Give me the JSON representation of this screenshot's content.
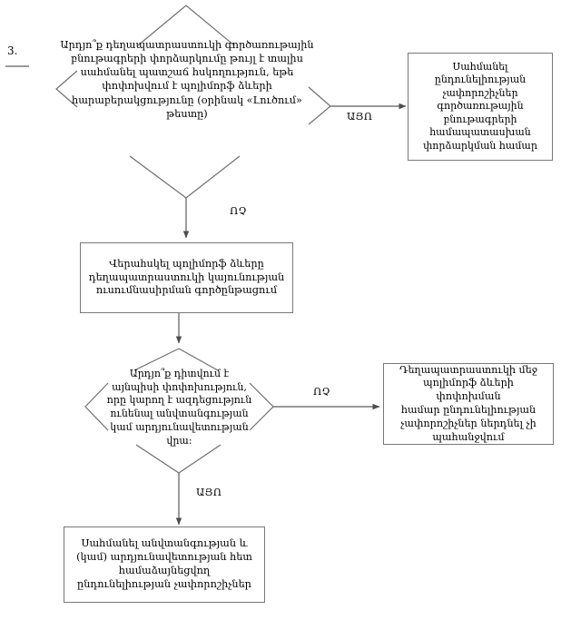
{
  "diagram": {
    "type": "flowchart",
    "language": "hy",
    "corner_marker": "3.",
    "decisions": [
      {
        "id": "decision-polymorph-control",
        "text": "Արդյո՞ք դեղապատրաստուկի գործառութային\nբնութագրերի փորձարկումը թույլ է տալիս\nսահմանել պատշաճ հսկողություն, եթե\nփոփոխվում է պոլիմորֆ ձևերի\nհարաբերակցությունը (օրինակ  «Լուծում» թեստը)"
      },
      {
        "id": "decision-safety-efficacy",
        "text": "Արդյո՞ք դիտվում է\nայնպիսի փոփոխություն,\nորը կարող է ազդեցություն\nունենալ անվտանգության\nկամ արդյունավետության\nվրա:"
      }
    ],
    "processes": [
      {
        "id": "process-set-acceptance-criteria-functional",
        "text": "Սահմանել\nընդունելիության\nչափորոշիչներ\nգործառութային\nբնութագրերի\nհամապատասխան\nփորձարկման համար"
      },
      {
        "id": "process-monitor-stability",
        "text": "Վերահսկել պոլիմորֆ ձևերը\nդեղապատրաստուկի կայունության\nուսումնասիրման գործընթացում"
      },
      {
        "id": "process-no-criteria-needed",
        "text": "Դեղապատրաստուկի մեջ\nպոլիմորֆ ձևերի փոփոխման\nհամար ընդունելիության\nչափորոշիչներ ներդնել չի\nպահանջվում"
      },
      {
        "id": "process-set-safety-criteria",
        "text": "Սահմանել անվտանգության և\n(կամ) արդյունավետության հետ\nհամաձայնեցվող\nընդունելիության չափորոշիչներ"
      }
    ],
    "edges": [
      {
        "id": "edge-yes-top",
        "label": "ԱՅՈ"
      },
      {
        "id": "edge-no-top",
        "label": "ՈՉ"
      },
      {
        "id": "edge-no-second",
        "label": "ՈՉ"
      },
      {
        "id": "edge-yes-bottom",
        "label": "ԱՅՈ"
      }
    ],
    "colors": {
      "background": "#ffffff",
      "node_border": "#787878",
      "connector": "#5a5a5a",
      "text": "#000000"
    }
  }
}
